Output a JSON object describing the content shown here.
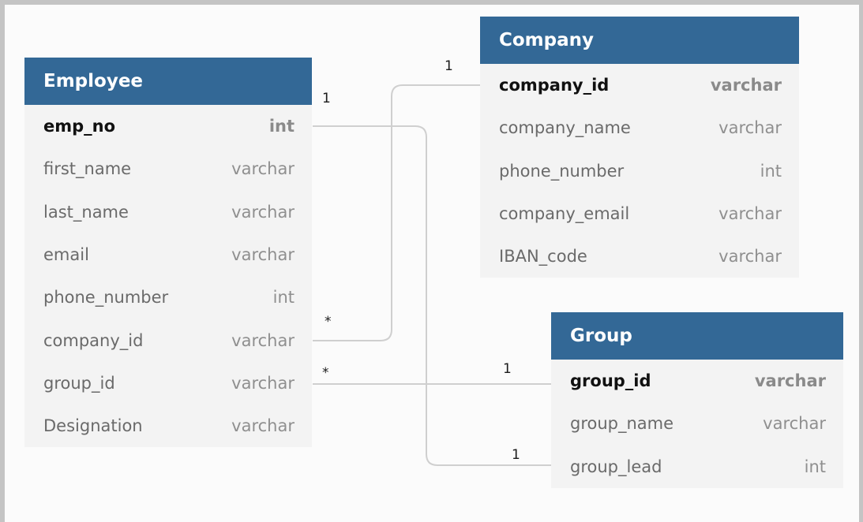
{
  "entities": {
    "employee": {
      "name": "Employee",
      "fields": [
        {
          "name": "emp_no",
          "type": "int",
          "pk": true
        },
        {
          "name": "first_name",
          "type": "varchar",
          "pk": false
        },
        {
          "name": "last_name",
          "type": "varchar",
          "pk": false
        },
        {
          "name": "email",
          "type": "varchar",
          "pk": false
        },
        {
          "name": "phone_number",
          "type": "int",
          "pk": false
        },
        {
          "name": "company_id",
          "type": "varchar",
          "pk": false
        },
        {
          "name": "group_id",
          "type": "varchar",
          "pk": false
        },
        {
          "name": "Designation",
          "type": "varchar",
          "pk": false
        }
      ]
    },
    "company": {
      "name": "Company",
      "fields": [
        {
          "name": "company_id",
          "type": "varchar",
          "pk": true
        },
        {
          "name": "company_name",
          "type": "varchar",
          "pk": false
        },
        {
          "name": "phone_number",
          "type": "int",
          "pk": false
        },
        {
          "name": "company_email",
          "type": "varchar",
          "pk": false
        },
        {
          "name": "IBAN_code",
          "type": "varchar",
          "pk": false
        }
      ]
    },
    "group": {
      "name": "Group",
      "fields": [
        {
          "name": "group_id",
          "type": "varchar",
          "pk": true
        },
        {
          "name": "group_name",
          "type": "varchar",
          "pk": false
        },
        {
          "name": "group_lead",
          "type": "int",
          "pk": false
        }
      ]
    }
  },
  "relationships": [
    {
      "from": "Employee.company_id",
      "to": "Company.company_id",
      "from_card": "*",
      "to_card": "1"
    },
    {
      "from": "Employee.group_id",
      "to": "Group.group_id",
      "from_card": "*",
      "to_card": "1"
    },
    {
      "from": "Employee.emp_no",
      "to": "Group.group_lead",
      "from_card": "1",
      "to_card": "1"
    }
  ],
  "colors": {
    "header_bg": "#336896",
    "body_bg": "#f3f3f3",
    "connector": "#cfcfcf"
  }
}
